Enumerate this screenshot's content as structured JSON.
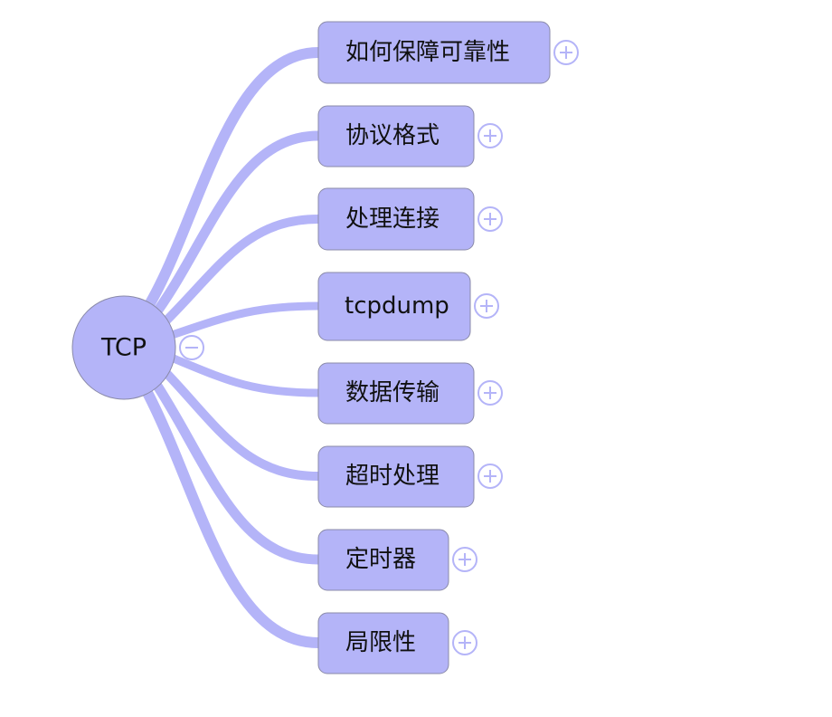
{
  "root": {
    "label": "TCP",
    "toggle": "collapse",
    "toggle_icon": "minus-circle-icon"
  },
  "children": [
    {
      "label": "如何保障可靠性",
      "toggle": "expand",
      "toggle_icon": "plus-circle-icon"
    },
    {
      "label": "协议格式",
      "toggle": "expand",
      "toggle_icon": "plus-circle-icon"
    },
    {
      "label": "处理连接",
      "toggle": "expand",
      "toggle_icon": "plus-circle-icon"
    },
    {
      "label": "tcpdump",
      "toggle": "expand",
      "toggle_icon": "plus-circle-icon"
    },
    {
      "label": "数据传输",
      "toggle": "expand",
      "toggle_icon": "plus-circle-icon"
    },
    {
      "label": "超时处理",
      "toggle": "expand",
      "toggle_icon": "plus-circle-icon"
    },
    {
      "label": "定时器",
      "toggle": "expand",
      "toggle_icon": "plus-circle-icon"
    },
    {
      "label": "局限性",
      "toggle": "expand",
      "toggle_icon": "plus-circle-icon"
    }
  ],
  "colors": {
    "node_fill": "#b4b4f8",
    "node_stroke": "#8a8aa8",
    "branch": "#b4b4f8"
  }
}
